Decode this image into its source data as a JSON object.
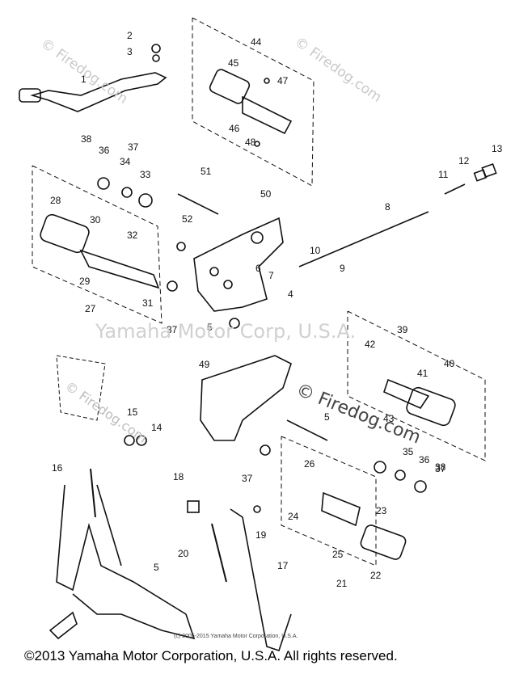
{
  "watermarks": {
    "top_left": "© Firedog.com",
    "top_right": "© Firedog.com",
    "center": "Yamaha Motor Corp, U.S.A.",
    "middle_right": "© Firedog.com",
    "middle_left": "© Firedog.com"
  },
  "small_copyright": "(c) 2005-2015 Yamaha Motor Corporation, U.S.A.",
  "footer": "©2013 Yamaha Motor Corporation, U.S.A. All rights reserved.",
  "callouts": [
    "1",
    "2",
    "3",
    "4",
    "5",
    "5",
    "5",
    "6",
    "7",
    "8",
    "9",
    "10",
    "11",
    "12",
    "13",
    "14",
    "15",
    "16",
    "17",
    "18",
    "19",
    "20",
    "21",
    "22",
    "23",
    "24",
    "25",
    "26",
    "27",
    "28",
    "29",
    "30",
    "31",
    "32",
    "33",
    "34",
    "35",
    "36",
    "36",
    "37",
    "37",
    "37",
    "37",
    "38",
    "38",
    "39",
    "40",
    "41",
    "42",
    "43",
    "44",
    "45",
    "46",
    "47",
    "48",
    "49",
    "50",
    "51",
    "52"
  ]
}
